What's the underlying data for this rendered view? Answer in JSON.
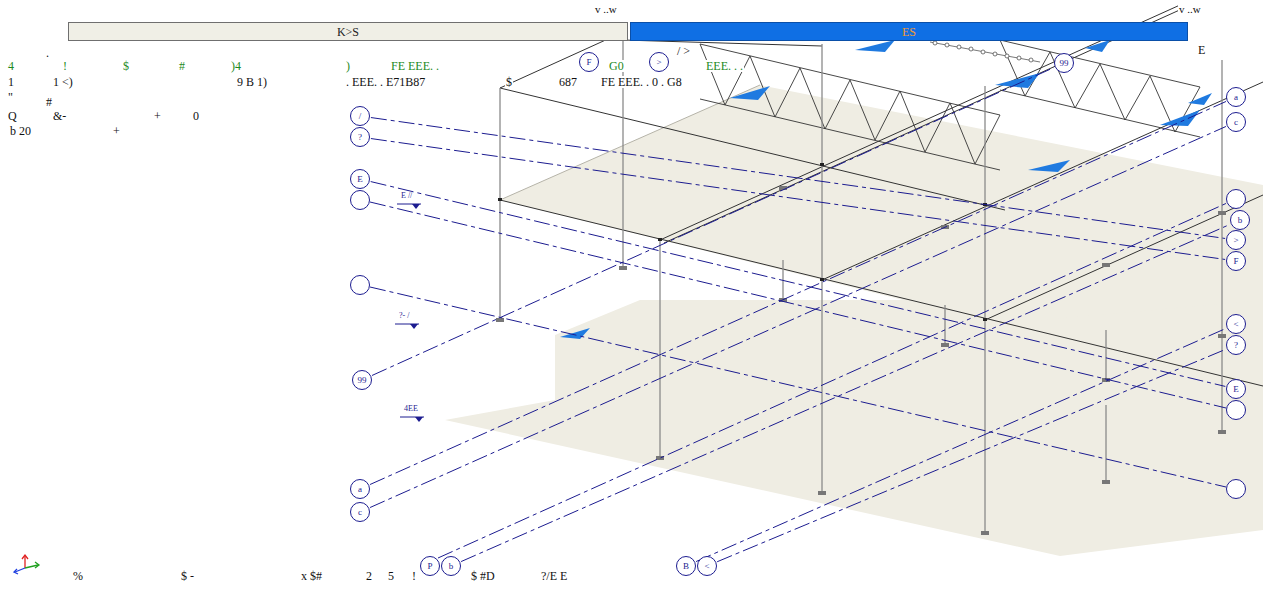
{
  "diagram": {
    "nodes": [
      {
        "text": [
          "K>S"
        ]
      },
      {
        "text": [
          "ES"
        ]
      },
      {
        "text": [
          "F"
        ]
      },
      {
        "text": [
          ">"
        ]
      },
      {
        "text": [
          "99"
        ]
      },
      {
        "text": [
          "a"
        ]
      },
      {
        "text": [
          "/"
        ]
      },
      {
        "text": [
          "?"
        ]
      },
      {
        "text": [
          "c"
        ]
      },
      {
        "text": [
          "E"
        ]
      },
      {
        "text": [
          "b"
        ]
      },
      {
        "text": [
          ">"
        ]
      },
      {
        "text": [
          "F"
        ]
      },
      {
        "text": [
          "<"
        ]
      },
      {
        "text": [
          "?"
        ]
      },
      {
        "text": [
          "99"
        ]
      },
      {
        "text": [
          "E"
        ]
      },
      {
        "text": [
          "a"
        ]
      },
      {
        "text": [
          "c"
        ]
      },
      {
        "text": [
          "P"
        ]
      },
      {
        "text": [
          "b"
        ]
      },
      {
        "text": [
          "B"
        ]
      },
      {
        "text": [
          "<"
        ]
      }
    ],
    "edges": [
      {
        "from": 17,
        "to": 5,
        "arrow": "none"
      },
      {
        "from": 18,
        "to": 8,
        "arrow": "none"
      },
      {
        "from": 15,
        "to": 4,
        "arrow": "none"
      },
      {
        "from": 20,
        "to": 10,
        "arrow": "none"
      },
      {
        "from": 21,
        "to": 13,
        "arrow": "none"
      },
      {
        "from": 22,
        "to": 14,
        "arrow": "none"
      },
      {
        "from": 6,
        "to": 11,
        "arrow": "none"
      },
      {
        "from": 7,
        "to": 12,
        "arrow": "none"
      },
      {
        "from": 9,
        "to": 16,
        "arrow": "none"
      }
    ],
    "labels": [
      "v ..w",
      "v ..w",
      "/ >",
      "E",
      ".",
      "4",
      "!",
      "$",
      "#",
      ")4",
      ")",
      "FE EEE. .",
      "G0",
      "EEE. . .",
      "1",
      "1 <)",
      "9 B 1)",
      ". EEE. . E71B87",
      "$",
      "687",
      "FE EEE. . 0 . G8",
      "\"",
      "#",
      "Q",
      "&-",
      "+",
      "0",
      "b 20",
      "+",
      "E //",
      "?- /",
      "4EE",
      "%",
      "$ -",
      "x $#",
      "2",
      "5",
      "!",
      "$ #D",
      "?/E E"
    ]
  }
}
